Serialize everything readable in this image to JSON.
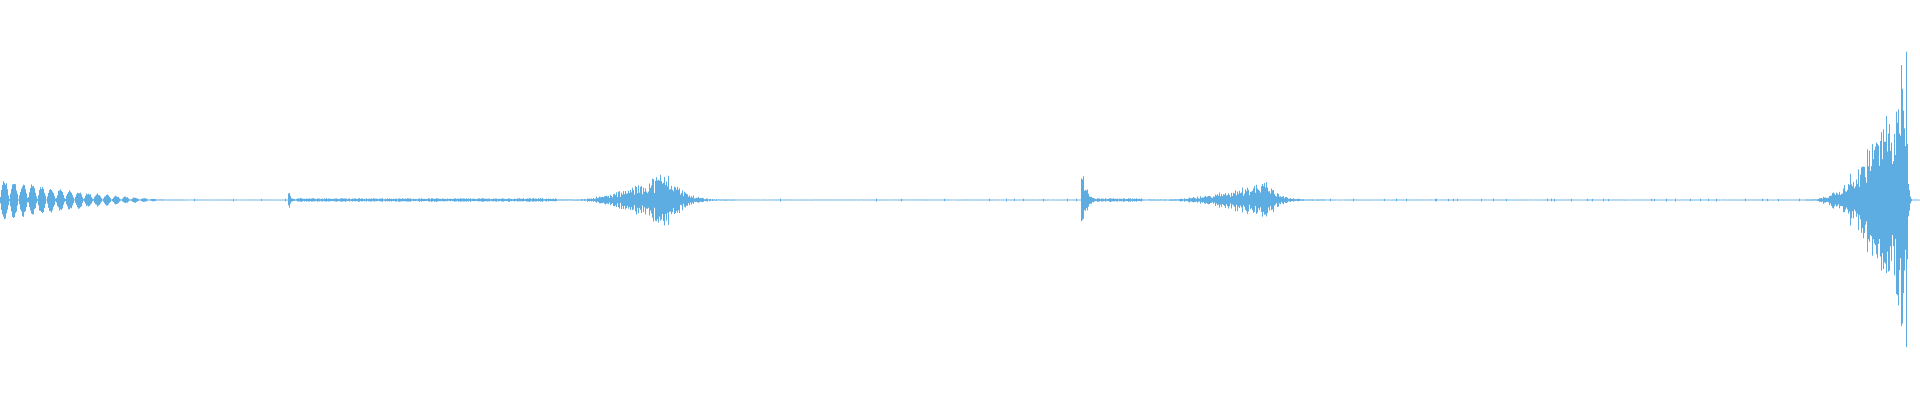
{
  "waveform": {
    "color": "#5dade2",
    "background": "#ffffff",
    "segments": [
      {
        "kind": "pulse-train",
        "start": 0.0,
        "end": 0.097,
        "amplitude": 0.05,
        "pulses": 20
      },
      {
        "kind": "silence",
        "start": 0.097,
        "end": 0.15
      },
      {
        "kind": "transient",
        "start": 0.15,
        "end": 0.154,
        "amplitude": 0.035
      },
      {
        "kind": "noise",
        "start": 0.154,
        "end": 0.29,
        "amplitude": 0.004
      },
      {
        "kind": "swell",
        "start": 0.29,
        "end": 0.383,
        "peak_at": 0.348,
        "amplitude": 0.075
      },
      {
        "kind": "silence",
        "start": 0.383,
        "end": 0.563
      },
      {
        "kind": "transient",
        "start": 0.563,
        "end": 0.571,
        "amplitude": 0.09
      },
      {
        "kind": "noise",
        "start": 0.571,
        "end": 0.595,
        "amplitude": 0.004
      },
      {
        "kind": "swell",
        "start": 0.595,
        "end": 0.69,
        "peak_at": 0.66,
        "amplitude": 0.05
      },
      {
        "kind": "silence",
        "start": 0.69,
        "end": 0.94
      },
      {
        "kind": "swell",
        "start": 0.94,
        "end": 0.996,
        "peak_at": 0.993,
        "amplitude": 0.36
      }
    ]
  }
}
